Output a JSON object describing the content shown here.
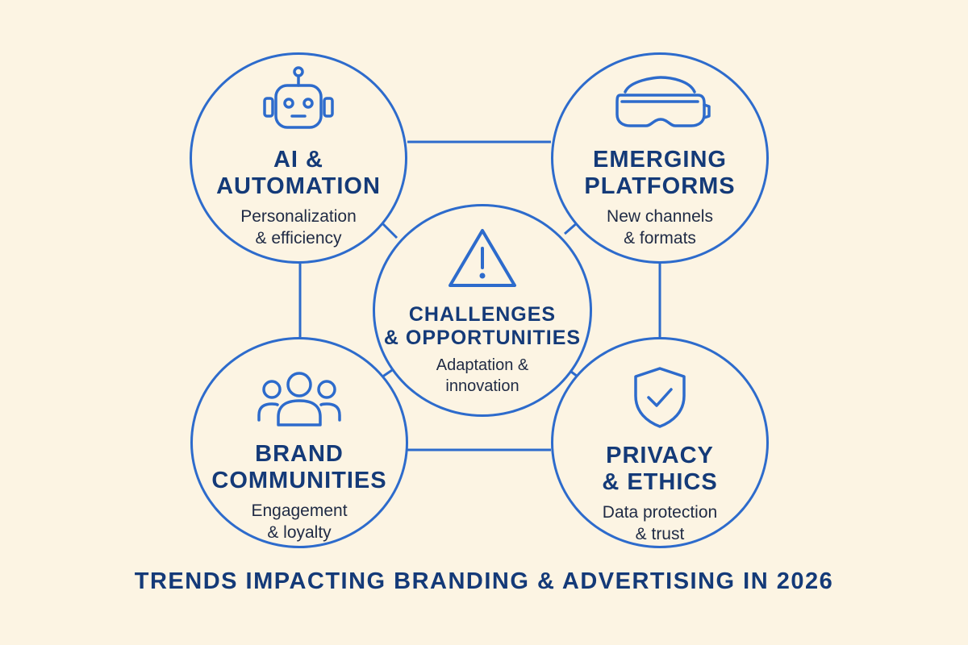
{
  "diagram": {
    "nodes": [
      {
        "title": "AI &\nAUTOMATION",
        "subtitle": "Personalization\n& efficiency",
        "icon": "robot-icon"
      },
      {
        "title": "EMERGING\nPLATFORMS",
        "subtitle": "New channels\n& formats",
        "icon": "vr-headset-icon"
      },
      {
        "title": "CHALLENGES\n& OPPORTUNITIES",
        "subtitle": "Adaptation &\ninnovation",
        "icon": "warning-icon"
      },
      {
        "title": "BRAND\nCOMMUNITIES",
        "subtitle": "Engagement\n& loyalty",
        "icon": "people-group-icon"
      },
      {
        "title": "PRIVACY\n& ETHICS",
        "subtitle": "Data protection\n& trust",
        "icon": "shield-check-icon"
      }
    ],
    "footer_title": "TRENDS IMPACTING BRANDING & ADVERTISING IN 2026",
    "colors": {
      "background": "#fcf4e3",
      "stroke": "#2d6bcc",
      "title": "#143a78",
      "text": "#1f2a44"
    }
  }
}
